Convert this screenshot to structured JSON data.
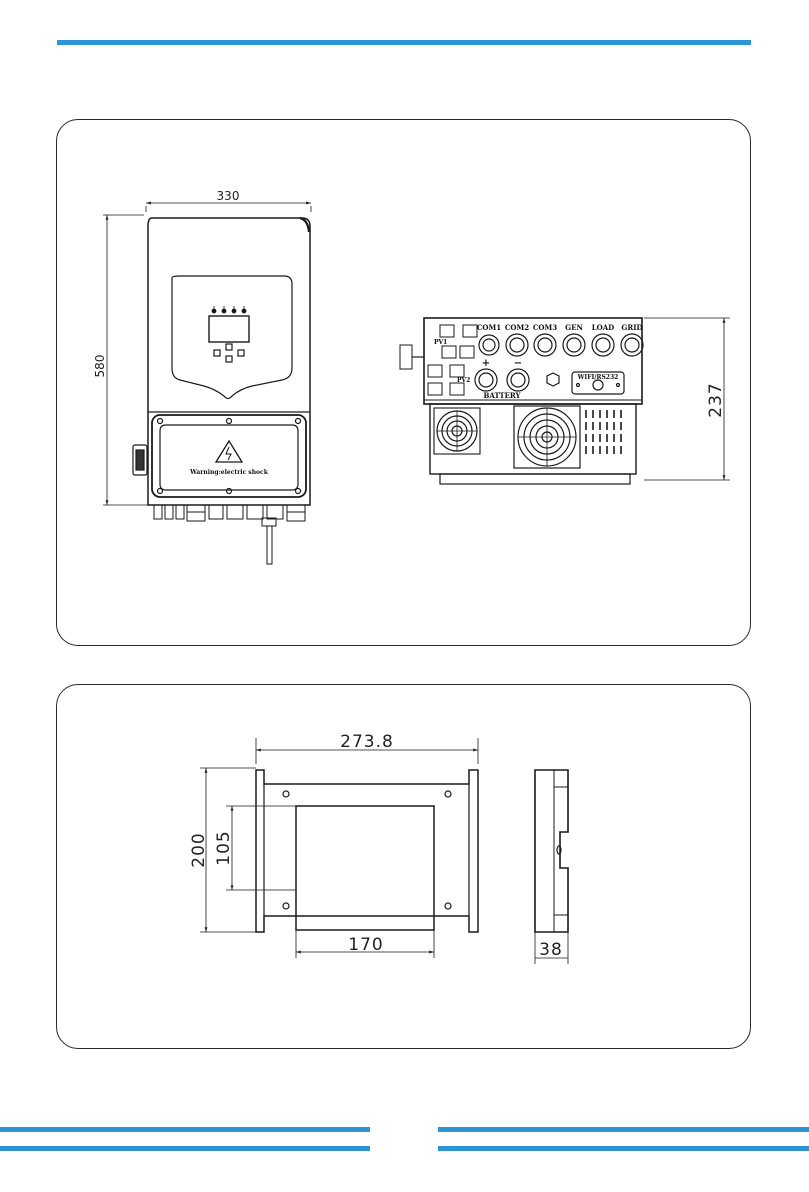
{
  "colors": {
    "accent": "#2b95d6",
    "line": "#1a1a1a"
  },
  "panel1": {
    "front_view": {
      "width_label": "330",
      "height_label": "580",
      "warning_text": "Warning:electric shock"
    },
    "side_view": {
      "ports": [
        "COM1",
        "COM2",
        "COM3",
        "GEN",
        "LOAD",
        "GRID"
      ],
      "pv1": "PV1",
      "pv2": "PV2",
      "battery_label": "BATTERY",
      "battery_plus": "+",
      "battery_minus": "−",
      "wifi_label": "WIFI/RS232",
      "height_label": "237"
    }
  },
  "panel2": {
    "bracket": {
      "width_label": "273.8",
      "height_label": "200",
      "inner_height_label": "105",
      "inner_width_label": "170"
    },
    "bracket_side": {
      "depth_label": "38"
    }
  }
}
